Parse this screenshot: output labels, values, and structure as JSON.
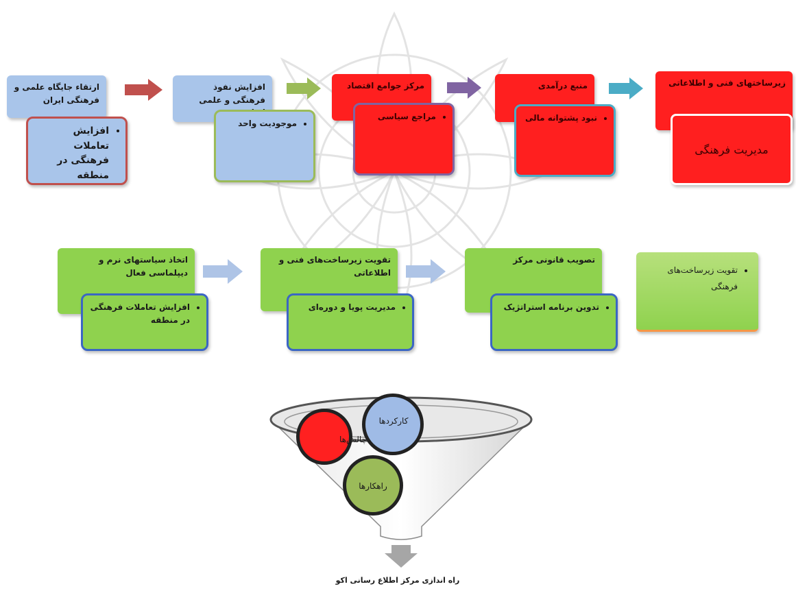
{
  "colors": {
    "blue": "#a9c5ea",
    "red": "#ff1f1f",
    "green": "#8fd24e",
    "arrow_red": "#c0504d",
    "arrow_green": "#9bbb59",
    "arrow_purple": "#8064a2",
    "arrow_teal": "#4bacc6",
    "arrow_blue": "#aec4e6"
  },
  "row1": [
    {
      "main": "ارتقاء جایگاه علمی و فرهنگی ایران",
      "sub": "افزایش تعاملات فرهنگی در منطقه"
    },
    {
      "main": "افزایش نفوذ فرهنگی و علمی ایران",
      "sub": "موجودیت واحد"
    },
    {
      "main": "مرکز جوامع اقتصاد",
      "sub": "مراجع سیاسی"
    },
    {
      "main": "منبع درآمدی",
      "sub": "نبود پشتوانه مالی"
    },
    {
      "main": "زیرساختهای فنی و اطلاعاتی",
      "sub": "مدیریت فرهنگی"
    }
  ],
  "row2": [
    {
      "main": "اتخاذ سیاستهای نرم و دیپلماسی فعال",
      "sub": "افزایش تعاملات فرهنگی در منطقه"
    },
    {
      "main": "تقویت زیرساخت‌های فنی و اطلاعاتی",
      "sub": "مدیریت پویا و دوره‌ای"
    },
    {
      "main": "تصویب قانونی مرکز",
      "sub": "تدوین برنامه استراتژیک"
    },
    {
      "main": "تقویت زیرساخت‌های فرهنگی"
    }
  ],
  "funnel": {
    "circle_red": "چالش‌ها",
    "circle_blue": "کارکردها",
    "circle_green": "راهکارها"
  },
  "bottom_text": "راه اندازی مرکز اطلاع رسانی اکو"
}
